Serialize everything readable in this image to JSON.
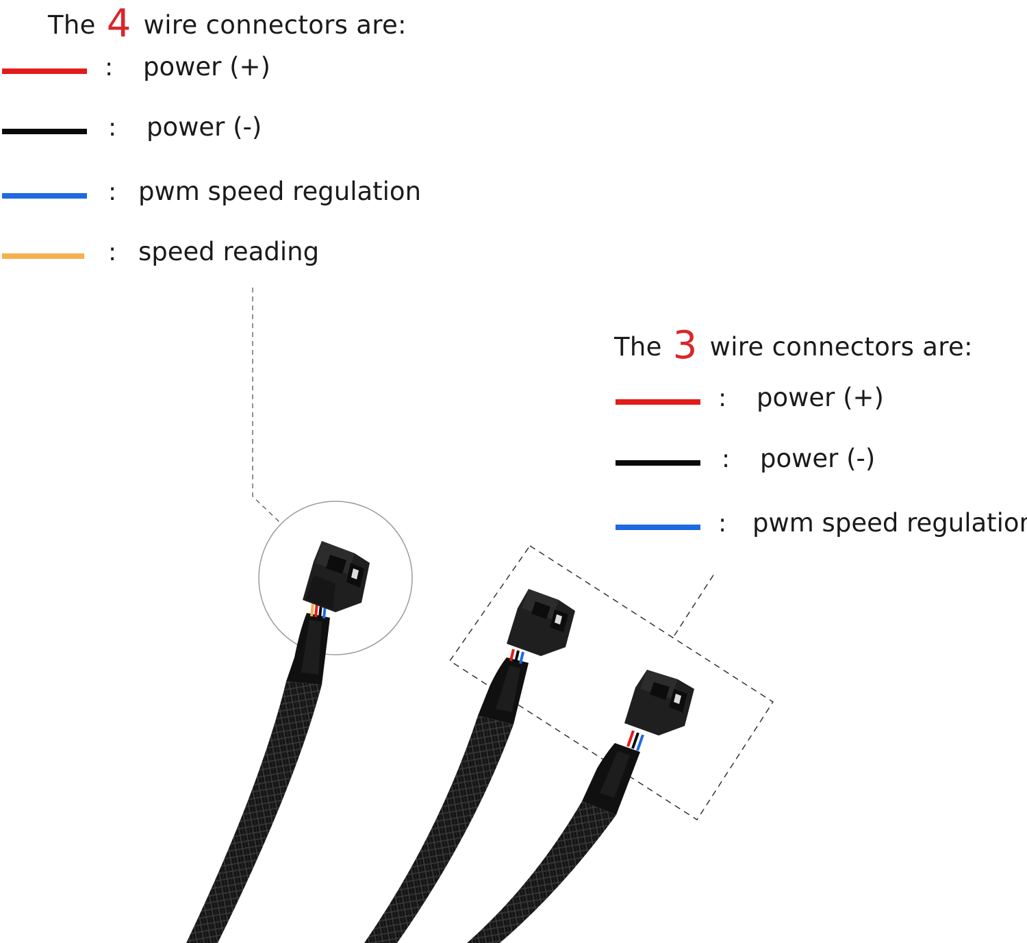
{
  "groups": [
    {
      "title_prefix": "The",
      "title_number": "4",
      "title_suffix": "wire connectors are:",
      "items": [
        {
          "color": "#e31b1b",
          "colon": ":",
          "label": "power (+)"
        },
        {
          "color": "#0a0a0a",
          "colon": ":",
          "label": "power (-)"
        },
        {
          "color": "#1e6ae0",
          "colon": ":",
          "label": "pwm speed regulation"
        },
        {
          "color": "#f4b04e",
          "colon": ":",
          "label": "speed reading"
        }
      ]
    },
    {
      "title_prefix": "The",
      "title_number": "3",
      "title_suffix": "wire connectors are:",
      "items": [
        {
          "color": "#e31b1b",
          "colon": ":",
          "label": "power (+)"
        },
        {
          "color": "#0a0a0a",
          "colon": ":",
          "label": "power (-)"
        },
        {
          "color": "#1e6ae0",
          "colon": ":",
          "label": "pwm speed regulation"
        }
      ]
    }
  ],
  "colors": {
    "highlight_number": "#d9262b",
    "sleeve": "#141414",
    "connector": "#222222",
    "callout_line": "#555555"
  }
}
